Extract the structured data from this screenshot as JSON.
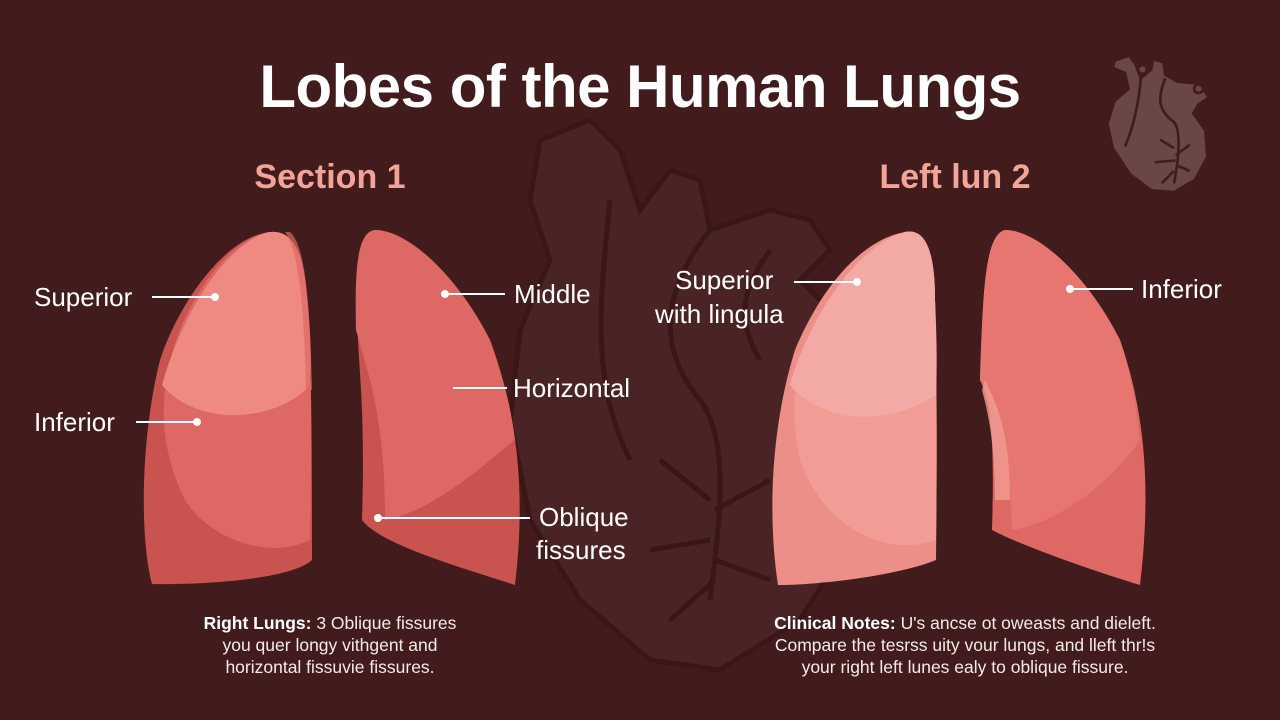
{
  "title": "Lobes of the Human Lungs",
  "colors": {
    "background": "#421c1d",
    "heading_accent": "#f2a497",
    "lung_light": "#ef8a82",
    "lung_mid": "#de6863",
    "lung_dark": "#c9534f",
    "left_lung_light": "#f3aaa4",
    "icon_heart": "#6a4644"
  },
  "sections": [
    {
      "heading": "Section 1",
      "labels": {
        "superior": "Superior",
        "inferior": "Inferior",
        "middle": "Middle",
        "horizontal": "Horizontal",
        "oblique_line1": "Oblique",
        "oblique_line2": "fissures"
      },
      "caption": {
        "bold": "Right Lungs:",
        "line1": " 3 Oblique fissures",
        "line2": "you quer longy vithgent and",
        "line3": "horizontal fissuvie fissures."
      }
    },
    {
      "heading": "Left lun 2",
      "labels": {
        "superior_line1": "Superior",
        "superior_line2": "with lingula",
        "inferior": "Inferior"
      },
      "caption": {
        "bold": "Clinical Notes:",
        "line1": " U's ancse ot oweasts and dieleft.",
        "line2": "Compare the tesrss uity vour lungs, and lleft thr!s",
        "line3": "your right left lunes ealy to oblique fissure."
      }
    }
  ],
  "icons": {
    "background": "anatomical-heart-silhouette",
    "corner": "anatomical-heart-icon"
  }
}
